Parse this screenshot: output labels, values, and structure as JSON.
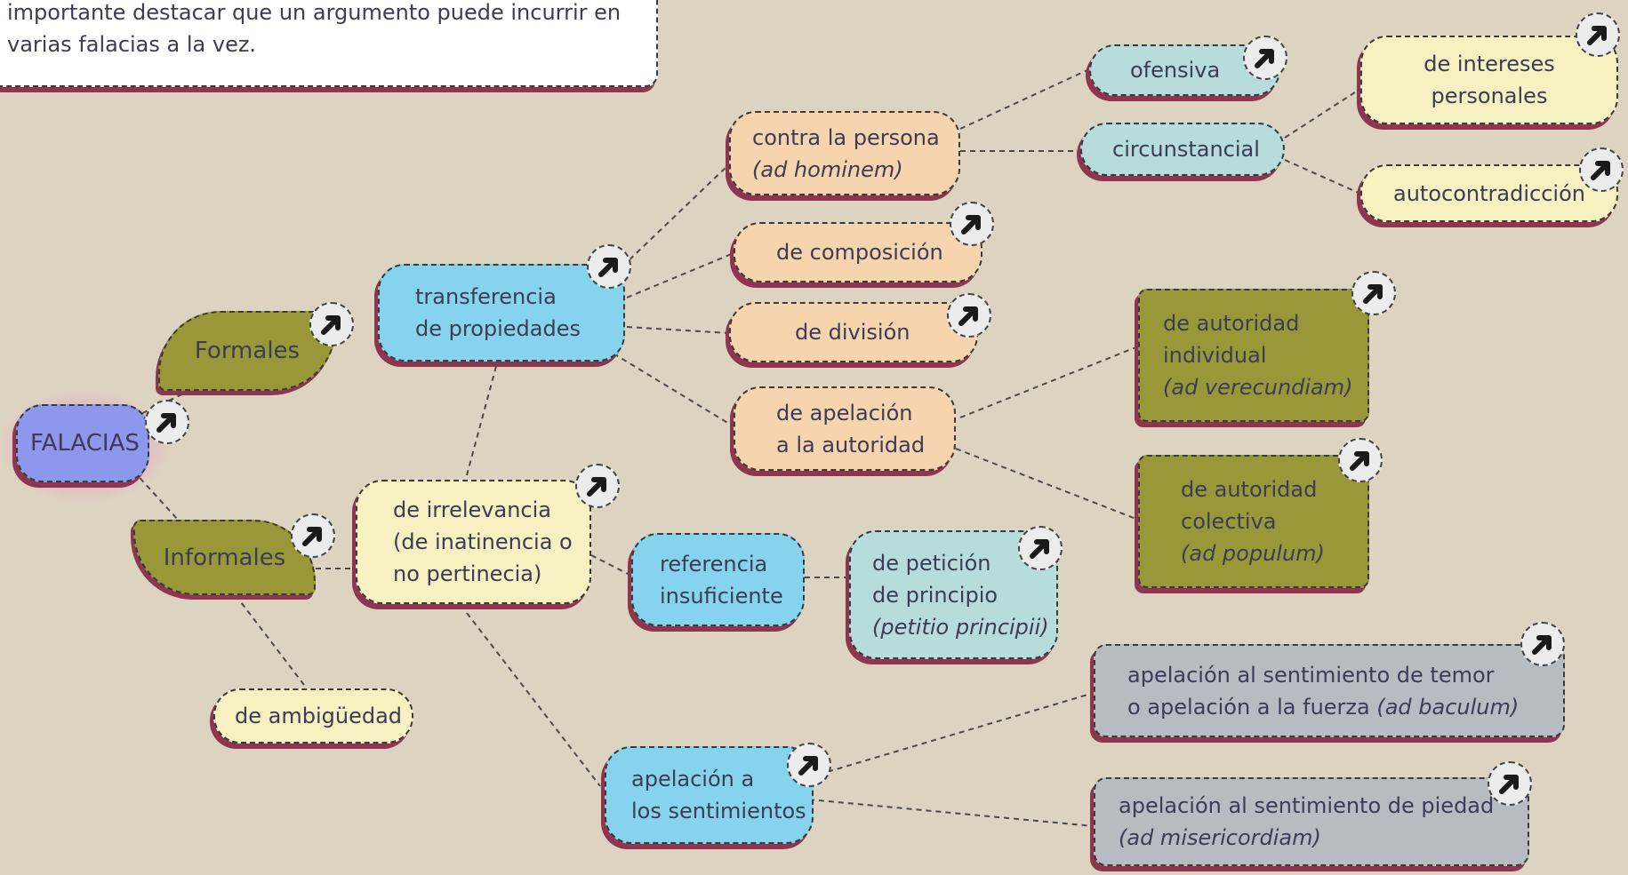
{
  "intro": {
    "line1": "importante destacar que un argumento puede incurrir en",
    "line2": "varias falacias a la vez."
  },
  "nodes": {
    "root": {
      "l1": "FALACIAS"
    },
    "formales": {
      "l1": "Formales"
    },
    "informales": {
      "l1": "Informales"
    },
    "transferencia": {
      "l1": "transferencia",
      "l2": "de propiedades"
    },
    "irrelevancia": {
      "l1": "de irrelevancia",
      "l2": "(de inatinencia o",
      "l3": "no pertinecia)"
    },
    "ambiguedad": {
      "l1": "de ambigüedad"
    },
    "contra_persona": {
      "l1": "contra la persona",
      "l2": "(ad hominem)"
    },
    "composicion": {
      "l1": "de composición"
    },
    "division": {
      "l1": "de división"
    },
    "apelacion_autoridad": {
      "l1": "de apelación",
      "l2": "a la autoridad"
    },
    "ofensiva": {
      "l1": "ofensiva"
    },
    "circunstancial": {
      "l1": "circunstancial"
    },
    "intereses": {
      "l1": "de intereses",
      "l2": "personales"
    },
    "autocontradiccion": {
      "l1": "autocontradicción"
    },
    "autoridad_individual": {
      "l1": "de autoridad",
      "l2": "individual",
      "l3": "(ad verecundiam)"
    },
    "autoridad_colectiva": {
      "l1": "de autoridad",
      "l2": "colectiva",
      "l3": "(ad populum)"
    },
    "referencia": {
      "l1": "referencia",
      "l2": "insuficiente"
    },
    "peticion": {
      "l1": "de petición",
      "l2": "de principio",
      "l3": "(petitio principii)"
    },
    "sentimientos": {
      "l1": "apelación a",
      "l2": "los sentimientos"
    },
    "temor": {
      "l1": "apelación al sentimiento de temor",
      "l2": "o apelación a la fuerza ",
      "l2i": "(ad baculum)"
    },
    "piedad": {
      "l1": "apelación al sentimiento de piedad",
      "l2": "(ad misericordiam)"
    }
  },
  "colors": {
    "background": "#ddd3c1",
    "shadow": "#8e3550",
    "blue": "#86d3ee",
    "peach": "#f6d4ad",
    "yellow": "#f7f0c0",
    "teal": "#b7dcdc",
    "olive": "#999838",
    "gray": "#b6bcc1",
    "root": "#8d98ec"
  },
  "icons": {
    "expand": "arrow-up-right-icon"
  }
}
